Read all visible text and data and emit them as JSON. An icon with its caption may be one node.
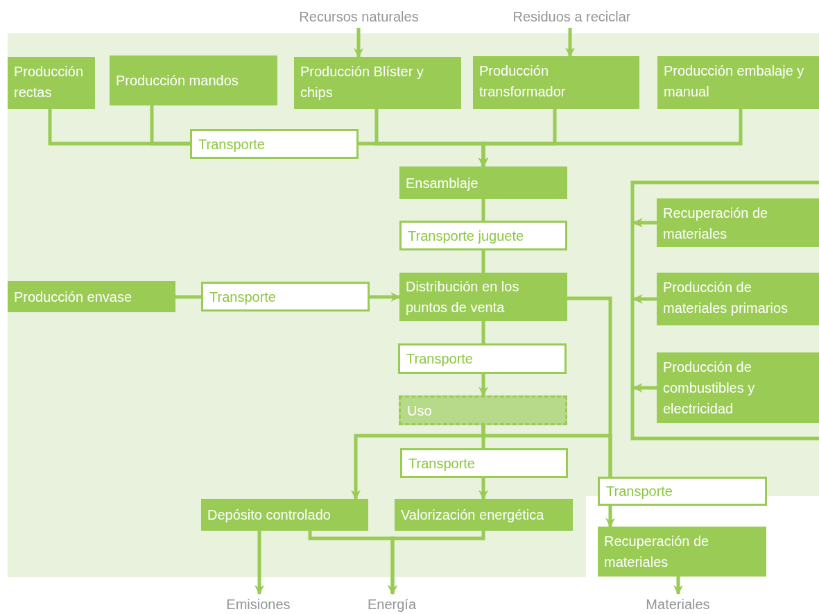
{
  "diagram": {
    "nodes": [
      {
        "text": [
          "Recursos naturales"
        ]
      },
      {
        "text": [
          "Residuos a reciclar"
        ]
      },
      {
        "text": [
          "Producción rectas"
        ]
      },
      {
        "text": [
          "Producción mandos"
        ]
      },
      {
        "text": [
          "Producción Blíster y chips"
        ]
      },
      {
        "text": [
          "Producción transformador"
        ]
      },
      {
        "text": [
          "Producción embalaje y manual"
        ]
      },
      {
        "text": [
          "Transporte"
        ]
      },
      {
        "text": [
          "Ensamblaje"
        ]
      },
      {
        "text": [
          "Transporte juguete"
        ]
      },
      {
        "text": [
          "Producción envase"
        ]
      },
      {
        "text": [
          "Transporte"
        ]
      },
      {
        "text": [
          "Distribución en los puntos de venta"
        ]
      },
      {
        "text": [
          "Transporte"
        ]
      },
      {
        "text": [
          "Uso"
        ]
      },
      {
        "text": [
          "Transporte"
        ]
      },
      {
        "text": [
          "Depósito controlado"
        ]
      },
      {
        "text": [
          "Valorización energética"
        ]
      },
      {
        "text": [
          "Transporte"
        ]
      },
      {
        "text": [
          "Recuperación de materiales"
        ]
      },
      {
        "text": [
          "Recuperación de materiales"
        ]
      },
      {
        "text": [
          "Producción de materiales primarios"
        ]
      },
      {
        "text": [
          "Producción de combustibles y electricidad"
        ]
      },
      {
        "text": [
          "Emisiones"
        ]
      },
      {
        "text": [
          "Energía"
        ]
      },
      {
        "text": [
          "Materiales"
        ]
      }
    ],
    "edges": [
      {
        "from": 0,
        "to": 4,
        "arrow": "to"
      },
      {
        "from": 1,
        "to": 5,
        "arrow": "to"
      },
      {
        "from": 2,
        "to": 7,
        "arrow": "none"
      },
      {
        "from": 3,
        "to": 7,
        "arrow": "none"
      },
      {
        "from": 7,
        "to": 8,
        "arrow": "to"
      },
      {
        "from": 4,
        "to": 8,
        "arrow": "to"
      },
      {
        "from": 5,
        "to": 8,
        "arrow": "to"
      },
      {
        "from": 6,
        "to": 8,
        "arrow": "to"
      },
      {
        "from": 8,
        "to": 9,
        "arrow": "none"
      },
      {
        "from": 9,
        "to": 12,
        "arrow": "none"
      },
      {
        "from": 10,
        "to": 11,
        "arrow": "none"
      },
      {
        "from": 11,
        "to": 12,
        "arrow": "to"
      },
      {
        "from": 12,
        "to": 13,
        "arrow": "none"
      },
      {
        "from": 13,
        "to": 14,
        "arrow": "to"
      },
      {
        "from": 14,
        "to": 16,
        "arrow": "to"
      },
      {
        "from": 14,
        "to": 15,
        "arrow": "none"
      },
      {
        "from": 15,
        "to": 17,
        "arrow": "to"
      },
      {
        "from": 14,
        "to": 18,
        "arrow": "none"
      },
      {
        "from": 12,
        "to": 18,
        "arrow": "none"
      },
      {
        "from": 18,
        "to": 19,
        "arrow": "to"
      },
      {
        "from": 16,
        "to": 23,
        "arrow": "to"
      },
      {
        "from": 16,
        "to": 24,
        "arrow": "to"
      },
      {
        "from": 17,
        "to": 24,
        "arrow": "to"
      },
      {
        "from": 19,
        "to": 25,
        "arrow": "to"
      },
      {
        "from": 20,
        "to": null,
        "arrow": "to"
      },
      {
        "from": 21,
        "to": null,
        "arrow": "to"
      },
      {
        "from": 22,
        "to": null,
        "arrow": "to"
      }
    ]
  }
}
